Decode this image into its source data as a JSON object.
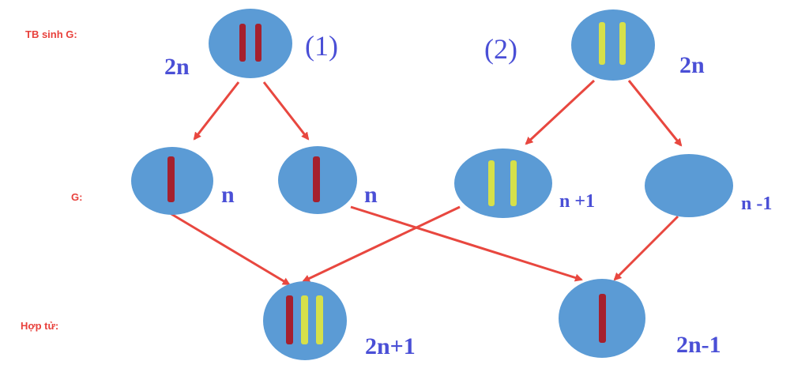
{
  "labels": {
    "parent_cells": "TB sinh G:",
    "gametes": "G:",
    "zygotes": "Hợp tử:"
  },
  "parent_1": {
    "index": "(1)",
    "ploidy": "2n"
  },
  "parent_2": {
    "index": "(2)",
    "ploidy": "2n"
  },
  "gametes": [
    {
      "ploidy": "n"
    },
    {
      "ploidy": "n"
    },
    {
      "ploidy": "n +1"
    },
    {
      "ploidy": "n -1"
    }
  ],
  "zygotes": [
    {
      "ploidy": "2n+1"
    },
    {
      "ploidy": "2n-1"
    }
  ],
  "colors": {
    "cell_fill": "#5b9bd5",
    "chromosome_red": "#a5202e",
    "chromosome_yellow": "#d6e04a",
    "arrow": "#e8473f",
    "label_red": "#e8413c",
    "label_blue": "#4a4fd6"
  }
}
